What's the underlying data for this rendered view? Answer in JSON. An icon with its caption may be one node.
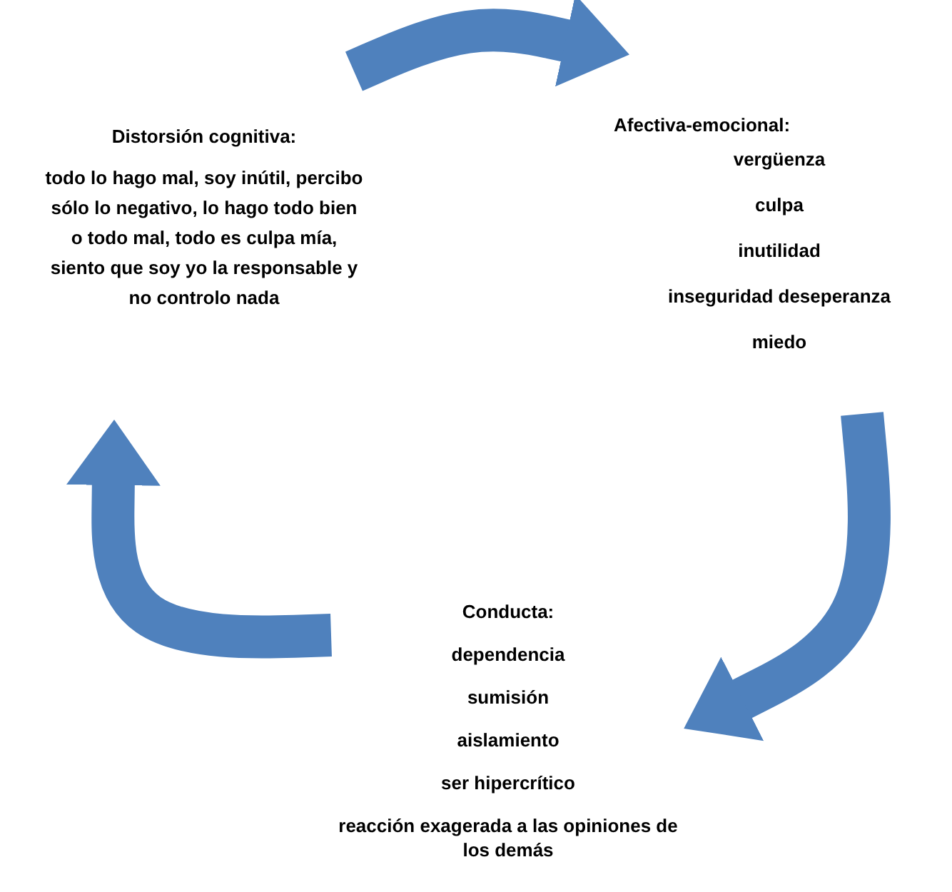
{
  "diagram": {
    "nodes": [
      {
        "text": [
          "Distorsión cognitiva:",
          "todo lo  hago mal, soy inútil, percibo sólo lo negativo, lo hago todo bien o todo mal, todo es culpa mía, siento que soy yo la responsable y no controlo nada"
        ]
      },
      {
        "text": [
          "Afectiva-emocional:",
          "vergüenza",
          "culpa",
          "inutilidad",
          "inseguridad deseperanza",
          "miedo"
        ]
      },
      {
        "text": [
          "Conducta:",
          "dependencia",
          "sumisión",
          "aislamiento",
          "ser hipercrítico",
          "reacción exagerada a las opiniones de los demás"
        ]
      }
    ],
    "edges": [
      {
        "from": 0,
        "to": 1,
        "arrow": "to"
      },
      {
        "from": 1,
        "to": 2,
        "arrow": "to"
      },
      {
        "from": 2,
        "to": 0,
        "arrow": "to"
      }
    ]
  }
}
